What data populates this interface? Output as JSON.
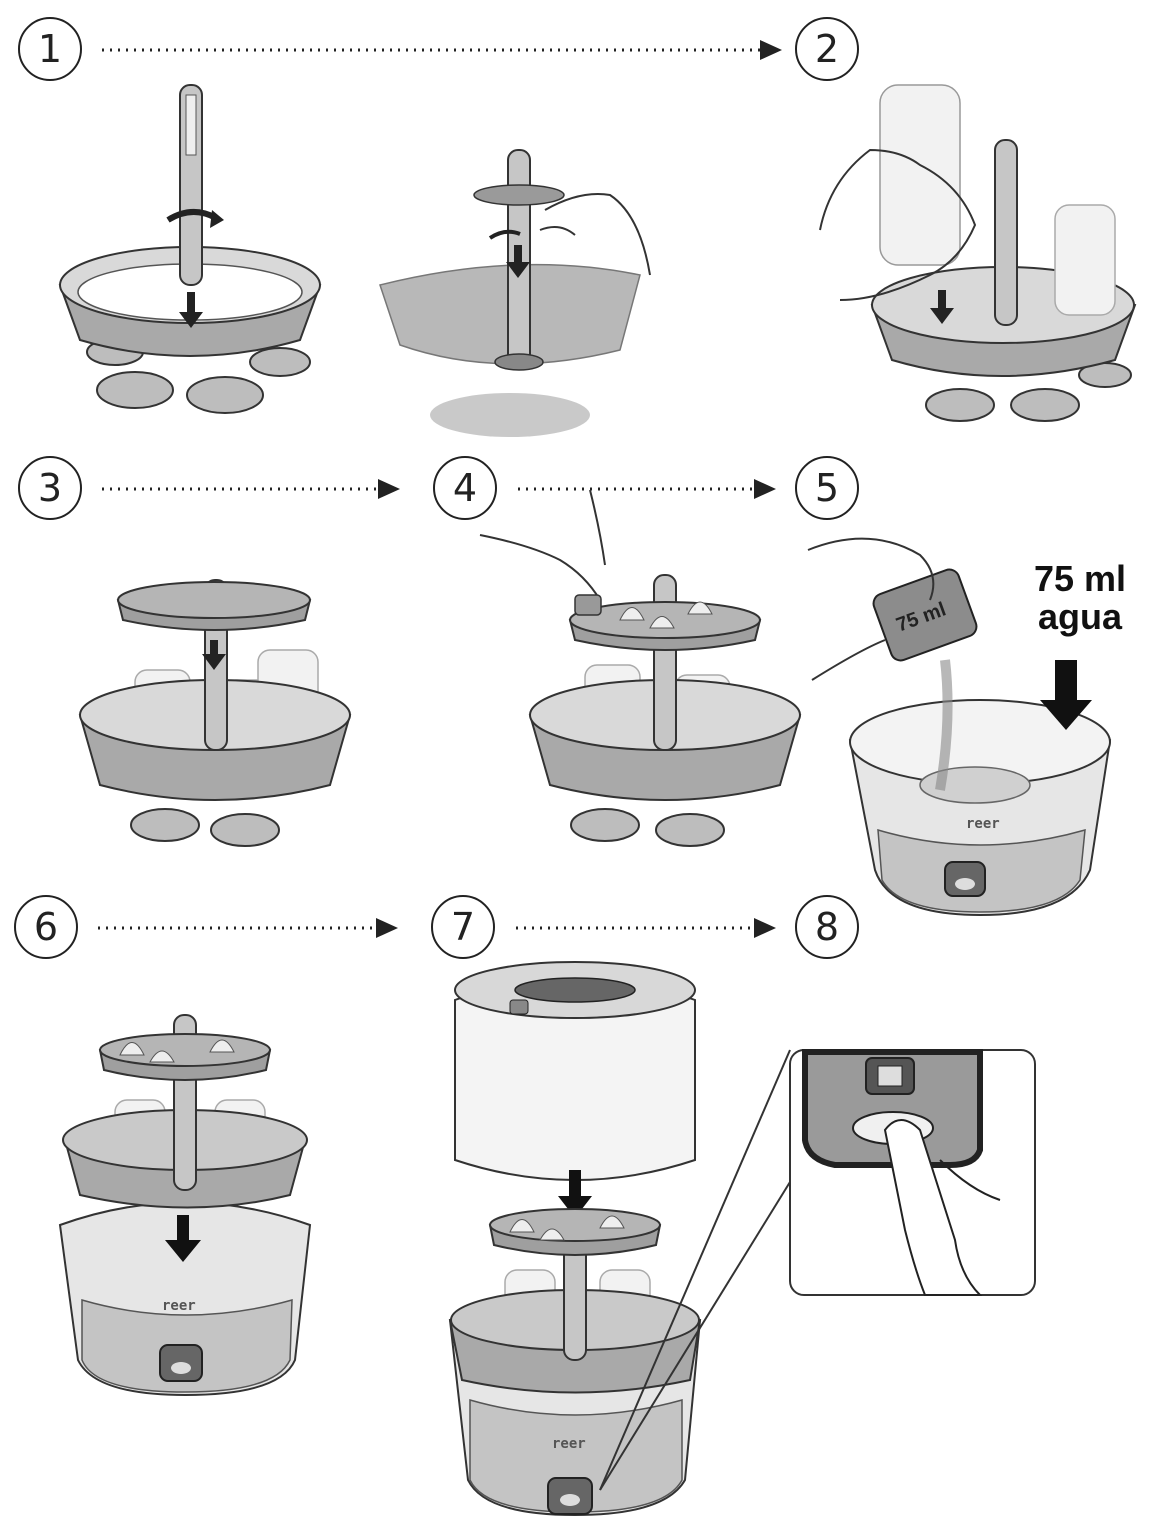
{
  "steps": {
    "s1": "1",
    "s2": "2",
    "s3": "3",
    "s4": "4",
    "s5": "5",
    "s6": "6",
    "s7": "7",
    "s8": "8"
  },
  "water_label": {
    "line1": "75 ml",
    "line2": "agua"
  },
  "measuring_cup_text": "75 ml",
  "brand_logo": "reer",
  "colors": {
    "line": "#222222",
    "tray": "#a9a9a9",
    "tray_dark": "#8f8f8f",
    "base_light": "#e6e6e6",
    "base_mid": "#c4c4c4",
    "bottle": "#f2f2f2"
  }
}
